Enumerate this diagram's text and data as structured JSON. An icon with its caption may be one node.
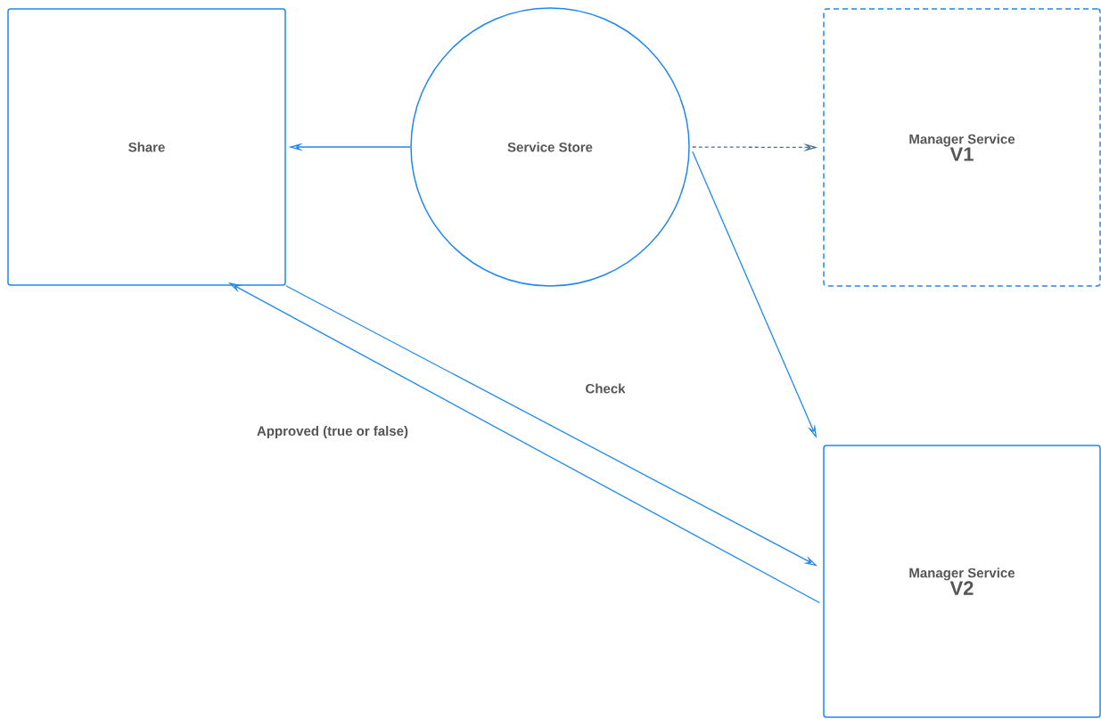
{
  "diagram": {
    "nodes": [
      {
        "text": [
          "Share"
        ]
      },
      {
        "text": [
          "Service Store"
        ]
      },
      {
        "text": [
          "Manager Service",
          "V1"
        ]
      },
      {
        "text": [
          "Manager Service",
          "V2"
        ]
      }
    ],
    "edges": [
      {
        "from": 1,
        "to": 0,
        "arrow": "to"
      },
      {
        "from": 1,
        "to": 2,
        "arrow": "to",
        "style": "dashed",
        "color": "#4d6f94"
      },
      {
        "from": 1,
        "to": 3,
        "arrow": "to"
      },
      {
        "from": 0,
        "to": 3,
        "arrow": "to",
        "label": "Check"
      },
      {
        "from": 3,
        "to": 0,
        "arrow": "to",
        "label": "Approved (true or false)"
      }
    ]
  }
}
